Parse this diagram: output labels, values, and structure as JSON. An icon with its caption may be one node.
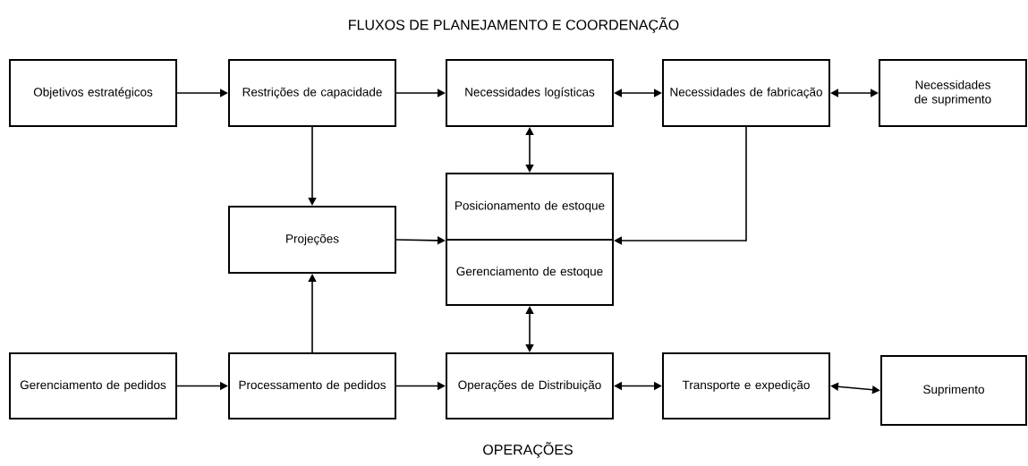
{
  "diagram": {
    "title": "FLUXOS DE PLANEJAMENTO E COORDENAÇÃO",
    "nodes": [
      {
        "text": [
          "Objetivos estratégicos"
        ]
      },
      {
        "text": [
          "Restrições de capacidade"
        ]
      },
      {
        "text": [
          "Necessidades logísticas"
        ]
      },
      {
        "text": [
          "Necessidades de fabricação"
        ]
      },
      {
        "text": [
          "Necessidades de suprimento"
        ]
      },
      {
        "text": [
          "Projeções"
        ]
      },
      {
        "text": [
          "Posicionamento de estoque"
        ]
      },
      {
        "text": [
          "Gerenciamento de estoque"
        ]
      },
      {
        "text": [
          "Gerenciamento de pedidos"
        ]
      },
      {
        "text": [
          "Processamento de pedidos"
        ]
      },
      {
        "text": [
          "Operações de Distribuição"
        ]
      },
      {
        "text": [
          "Transporte e expedição"
        ]
      },
      {
        "text": [
          "Suprimento"
        ]
      }
    ],
    "edges": [
      {
        "from": 0,
        "to": 1,
        "arrow": "to"
      },
      {
        "from": 1,
        "to": 2,
        "arrow": "to"
      },
      {
        "from": 2,
        "to": 3,
        "arrow": "both"
      },
      {
        "from": 3,
        "to": 4,
        "arrow": "both"
      },
      {
        "from": 1,
        "to": 5,
        "arrow": "to"
      },
      {
        "from": 2,
        "to": 6,
        "arrow": "both"
      },
      {
        "from": 5,
        "to": 6,
        "arrow": "to"
      },
      {
        "from": 3,
        "to": 6,
        "arrow": "to"
      },
      {
        "from": 7,
        "to": 10,
        "arrow": "both"
      },
      {
        "from": 9,
        "to": 5,
        "arrow": "to"
      },
      {
        "from": 8,
        "to": 9,
        "arrow": "to"
      },
      {
        "from": 9,
        "to": 10,
        "arrow": "to"
      },
      {
        "from": 10,
        "to": 11,
        "arrow": "both"
      },
      {
        "from": 11,
        "to": 12,
        "arrow": "both"
      }
    ],
    "labels": [
      "OPERAÇÕES"
    ]
  }
}
